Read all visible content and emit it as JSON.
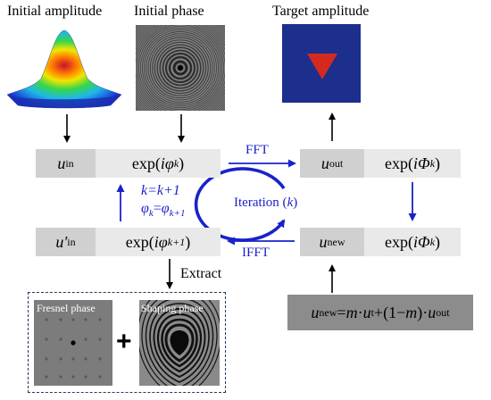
{
  "top": {
    "initial_amplitude": "Initial amplitude",
    "initial_phase": "Initial phase",
    "target_amplitude": "Target amplitude"
  },
  "row1": {
    "u_in_base": "u",
    "u_in_sub": "in",
    "exp_phi_k": {
      "pre": "exp(",
      "i": "i",
      "phi": "φ",
      "sub": "k",
      "post": ")"
    },
    "u_out_base": "u",
    "u_out_sub": "out",
    "exp_Phi_k": {
      "pre": "exp(",
      "i": "i",
      "phi": "Φ",
      "sub": "k",
      "post": ")"
    }
  },
  "row2": {
    "u_in_prime_base": "u′",
    "u_in_prime_sub": "in",
    "exp_phi_k1": {
      "pre": "exp(",
      "i": "i",
      "phi": "φ",
      "sub": "k+1",
      "post": ")"
    },
    "u_new_base": "u",
    "u_new_sub": "new",
    "exp_Phi_k": {
      "pre": "exp(",
      "i": "i",
      "phi": "Φ",
      "sub": "k",
      "post": ")"
    }
  },
  "center": {
    "fft": "FFT",
    "ifft": "IFFT",
    "iteration_text": "Iteration (",
    "iteration_var": "k",
    "iteration_close": ")",
    "k_update": "k=k+1",
    "phi_update_lhs": "φ",
    "phi_update_lhs_sub": "k",
    "phi_update_eq": "=",
    "phi_update_rhs": "φ",
    "phi_update_rhs_sub": "k+1"
  },
  "extract": "Extract",
  "bottom": {
    "fresnel_phase": "Fresnel phase",
    "plus": "+",
    "shaping_phase": "Shaping phase"
  },
  "formula": {
    "u_new": "u",
    "u_new_sub": "new",
    "eq": "=",
    "m1": "m",
    "dot1": "·",
    "u_t": "u",
    "u_t_sub": "t",
    "plus": "+(1−",
    "m2": "m",
    "close": ")·",
    "u_out": "u",
    "u_out_sub": "out"
  },
  "colors": {
    "arrow_blue": "#1a22c9",
    "box_dark": "#d0d0d0",
    "box_light": "#e9e9e9",
    "formula_box": "#8c8c8c",
    "target_bg": "#1c2f8c",
    "target_triangle": "#d42a1e"
  }
}
